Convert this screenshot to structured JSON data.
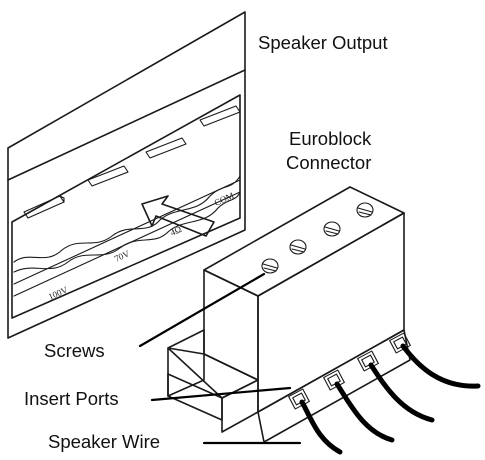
{
  "callouts": {
    "speaker_output": "Speaker Output",
    "euroblock_line1": "Euroblock",
    "euroblock_line2": "Connector",
    "screws": "Screws",
    "insert_ports": "Insert Ports",
    "speaker_wire": "Speaker Wire"
  },
  "terminal_labels": [
    "100V",
    "70V",
    "4Ω",
    "COM"
  ]
}
